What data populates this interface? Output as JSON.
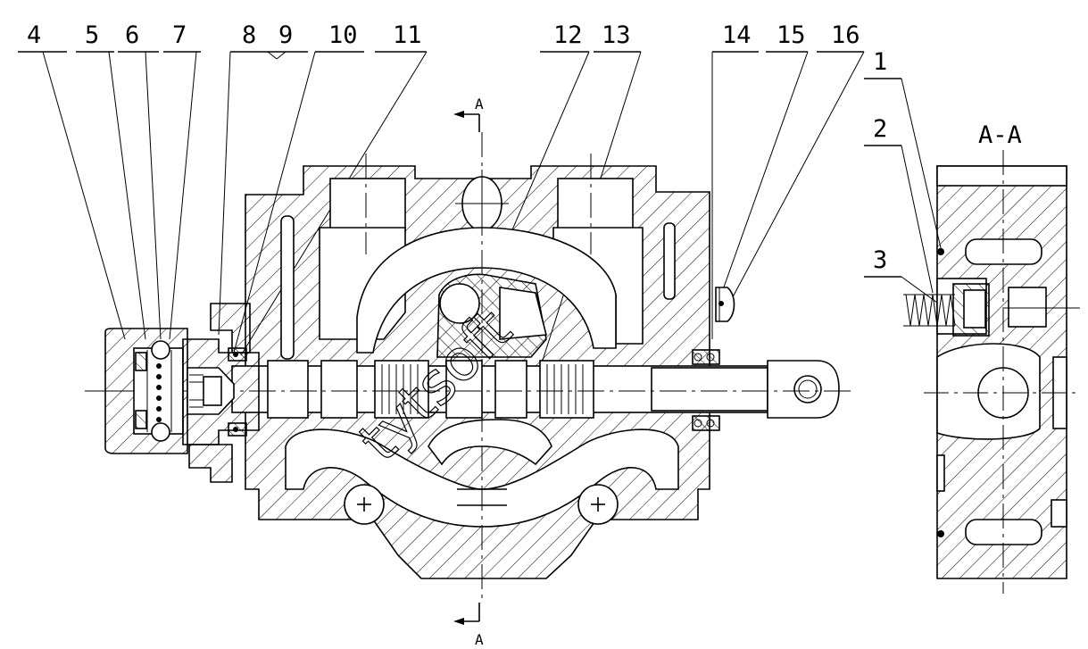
{
  "part_labels": [
    "4",
    "5",
    "6",
    "7",
    "8",
    "9",
    "10",
    "11",
    "12",
    "13",
    "14",
    "15",
    "16"
  ],
  "section_labels": [
    "1",
    "2",
    "3"
  ],
  "section_title": "A-A",
  "section_marker_top": "A",
  "section_marker_bottom": "A",
  "watermark": "tytsoft"
}
